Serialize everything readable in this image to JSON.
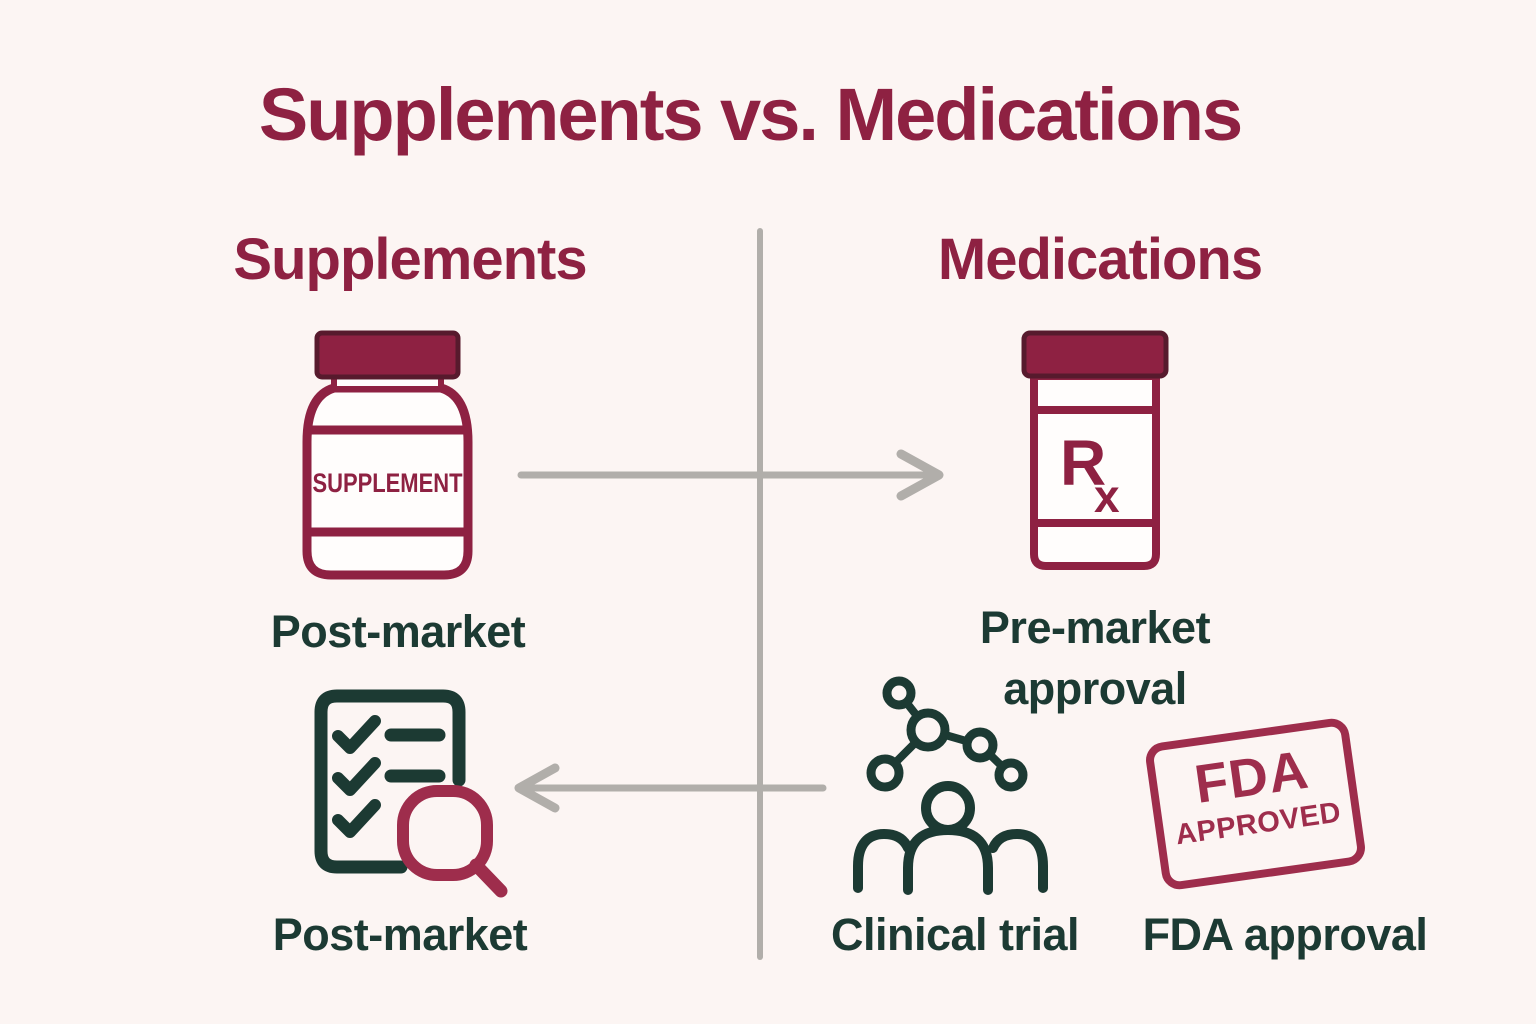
{
  "title": "Supplements vs. Medications",
  "left_column": {
    "heading": "Supplements",
    "supplement_bottle_label": "SUPPLEMENT",
    "top_caption": "Post-market",
    "bottom_caption": "Post-market"
  },
  "right_column": {
    "heading": "Medications",
    "rx_symbol_r": "R",
    "rx_symbol_x": "x",
    "top_caption": "Pre-market approval",
    "clinical_caption": "Clinical trial",
    "stamp_word1": "FDA",
    "stamp_word2": "APPROVED",
    "fda_caption": "FDA approval"
  },
  "icons": {
    "left_top": "supplement-bottle-icon",
    "left_bottom": "checklist-magnifier-icon",
    "right_top": "rx-pill-bottle-icon",
    "right_bottom": "clinical-trial-people-icon",
    "stamp": "fda-approved-stamp-icon",
    "flow_to_medications": "arrow-right-icon",
    "flow_to_supplements": "arrow-left-icon",
    "center": "vertical-divider"
  },
  "colors": {
    "background": "#fcf5f3",
    "maroon": "#8e2142",
    "maroon_dark": "#571a2d",
    "raspberry": "#9e2d4c",
    "dark_green": "#1c3a33",
    "gray": "#b1aeaa"
  }
}
